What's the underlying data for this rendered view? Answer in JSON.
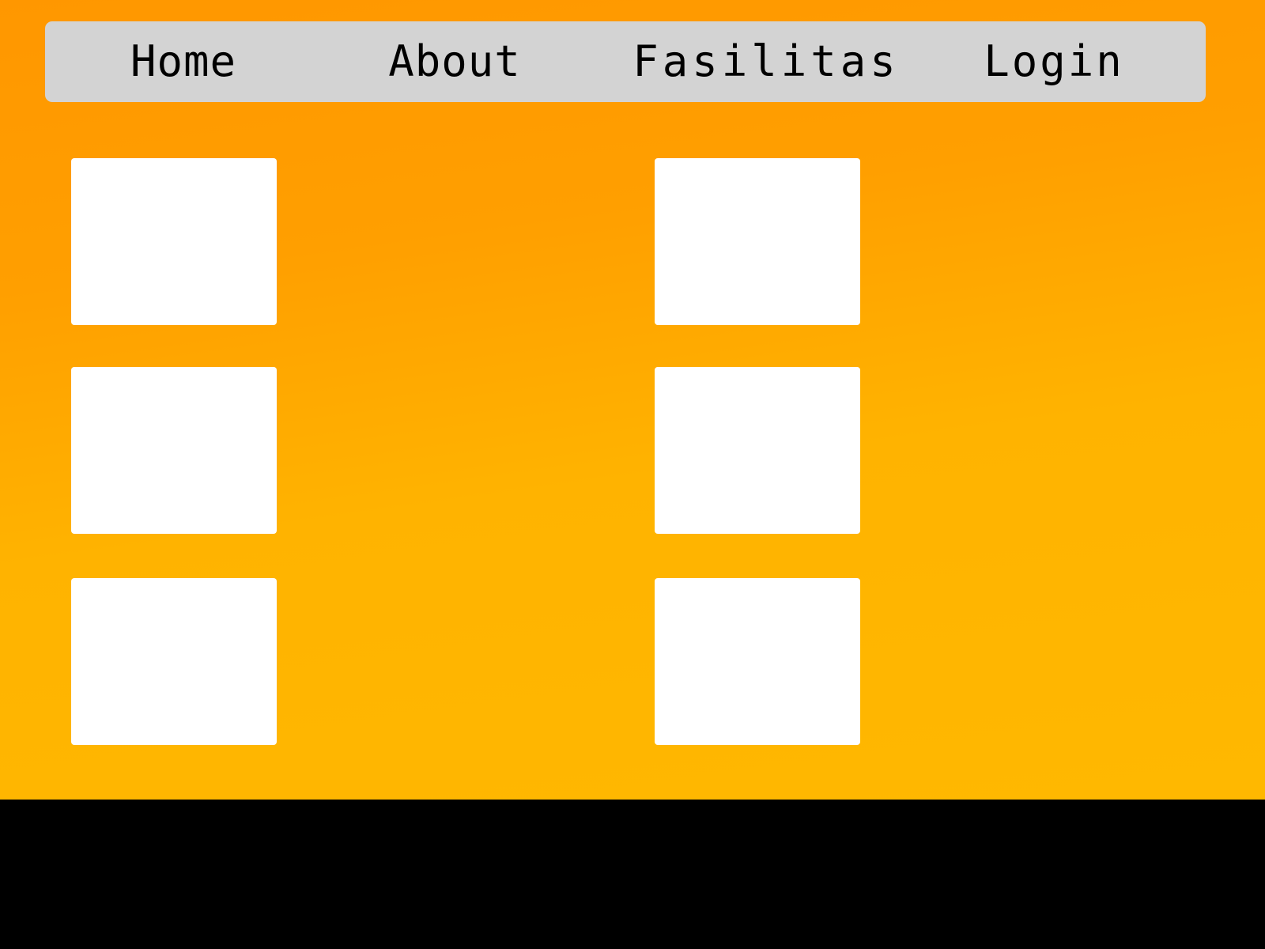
{
  "navbar": {
    "items": [
      {
        "label": "Home"
      },
      {
        "label": "About"
      },
      {
        "label": "Fasilitas"
      },
      {
        "label": "Login"
      }
    ]
  },
  "colors": {
    "background_top": "#ff9700",
    "background_bottom": "#ffb800",
    "navbar": "#d3d3d3",
    "card": "#ffffff",
    "footer": "#000000",
    "text": "#000000"
  }
}
